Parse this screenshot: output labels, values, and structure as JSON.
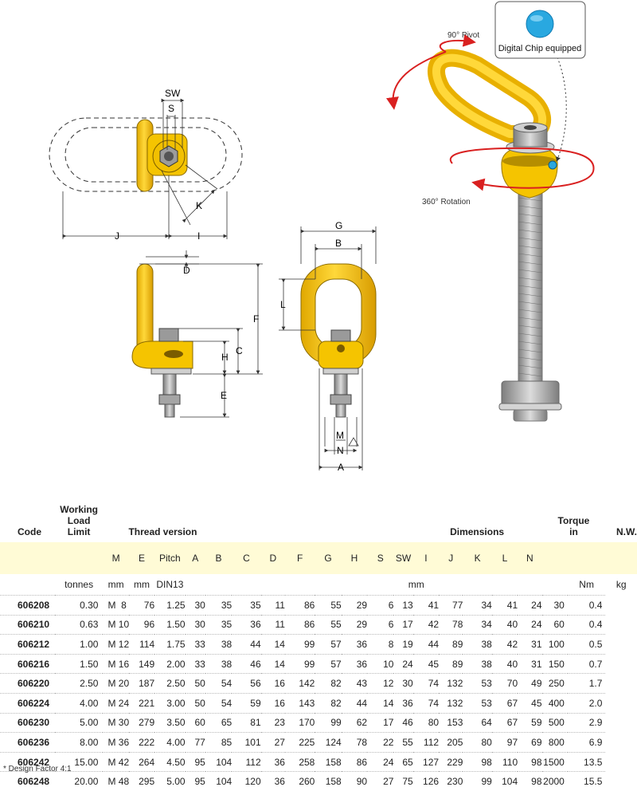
{
  "figure": {
    "labels": {
      "sw": "SW",
      "s": "S",
      "k": "K",
      "j": "J",
      "i": "I",
      "d": "D",
      "f": "F",
      "h": "H",
      "c": "C",
      "e": "E",
      "g": "G",
      "b": "B",
      "l": "L",
      "m": "M",
      "n": "N",
      "a": "A"
    },
    "pivot": "90° Pivot",
    "rotation": "360° Rotation",
    "chip": "Digital Chip equipped"
  },
  "table": {
    "header": {
      "code": "Code",
      "wll": [
        "Working",
        "Load",
        "Limit"
      ],
      "thread": "Thread version",
      "dimensions": "Dimensions",
      "torque": [
        "Torque",
        "in"
      ],
      "nw": "N.W."
    },
    "subheader": [
      "M",
      "E",
      "Pitch",
      "A",
      "B",
      "C",
      "D",
      "F",
      "G",
      "H",
      "S",
      "SW",
      "I",
      "J",
      "K",
      "L",
      "N"
    ],
    "units": {
      "wll": "tonnes",
      "m": "mm",
      "e": "mm",
      "pitch": "DIN13",
      "dims": "mm",
      "torque": "Nm",
      "nw": "kg"
    },
    "rows": [
      [
        "606208",
        "0.30",
        "M  8",
        "76",
        "1.25",
        "30",
        "35",
        "35",
        "11",
        "86",
        "55",
        "29",
        "6",
        "13",
        "41",
        "77",
        "34",
        "41",
        "24",
        "30",
        "0.4"
      ],
      [
        "606210",
        "0.63",
        "M 10",
        "96",
        "1.50",
        "30",
        "35",
        "36",
        "11",
        "86",
        "55",
        "29",
        "6",
        "17",
        "42",
        "78",
        "34",
        "40",
        "24",
        "60",
        "0.4"
      ],
      [
        "606212",
        "1.00",
        "M 12",
        "114",
        "1.75",
        "33",
        "38",
        "44",
        "14",
        "99",
        "57",
        "36",
        "8",
        "19",
        "44",
        "89",
        "38",
        "42",
        "31",
        "100",
        "0.5"
      ],
      [
        "606216",
        "1.50",
        "M 16",
        "149",
        "2.00",
        "33",
        "38",
        "46",
        "14",
        "99",
        "57",
        "36",
        "10",
        "24",
        "45",
        "89",
        "38",
        "40",
        "31",
        "150",
        "0.7"
      ],
      [
        "606220",
        "2.50",
        "M 20",
        "187",
        "2.50",
        "50",
        "54",
        "56",
        "16",
        "142",
        "82",
        "43",
        "12",
        "30",
        "74",
        "132",
        "53",
        "70",
        "49",
        "250",
        "1.7"
      ],
      [
        "606224",
        "4.00",
        "M 24",
        "221",
        "3.00",
        "50",
        "54",
        "59",
        "16",
        "143",
        "82",
        "44",
        "14",
        "36",
        "74",
        "132",
        "53",
        "67",
        "45",
        "400",
        "2.0"
      ],
      [
        "606230",
        "5.00",
        "M 30",
        "279",
        "3.50",
        "60",
        "65",
        "81",
        "23",
        "170",
        "99",
        "62",
        "17",
        "46",
        "80",
        "153",
        "64",
        "67",
        "59",
        "500",
        "2.9"
      ],
      [
        "606236",
        "8.00",
        "M 36",
        "222",
        "4.00",
        "77",
        "85",
        "101",
        "27",
        "225",
        "124",
        "78",
        "22",
        "55",
        "112",
        "205",
        "80",
        "97",
        "69",
        "800",
        "6.9"
      ],
      [
        "606242",
        "15.00",
        "M 42",
        "264",
        "4.50",
        "95",
        "104",
        "112",
        "36",
        "258",
        "158",
        "86",
        "24",
        "65",
        "127",
        "229",
        "98",
        "110",
        "98",
        "1500",
        "13.5"
      ],
      [
        "606248",
        "20.00",
        "M 48",
        "295",
        "5.00",
        "95",
        "104",
        "120",
        "36",
        "260",
        "158",
        "90",
        "27",
        "75",
        "126",
        "230",
        "99",
        "104",
        "98",
        "2000",
        "15.5"
      ]
    ],
    "footnote": "*   Design Factor 4:1"
  },
  "colors": {
    "yellow": "#f5c400",
    "steel": "#b3b3b3",
    "red": "#d92020",
    "chip": "#29a8e0",
    "band": "#fffbd6"
  }
}
